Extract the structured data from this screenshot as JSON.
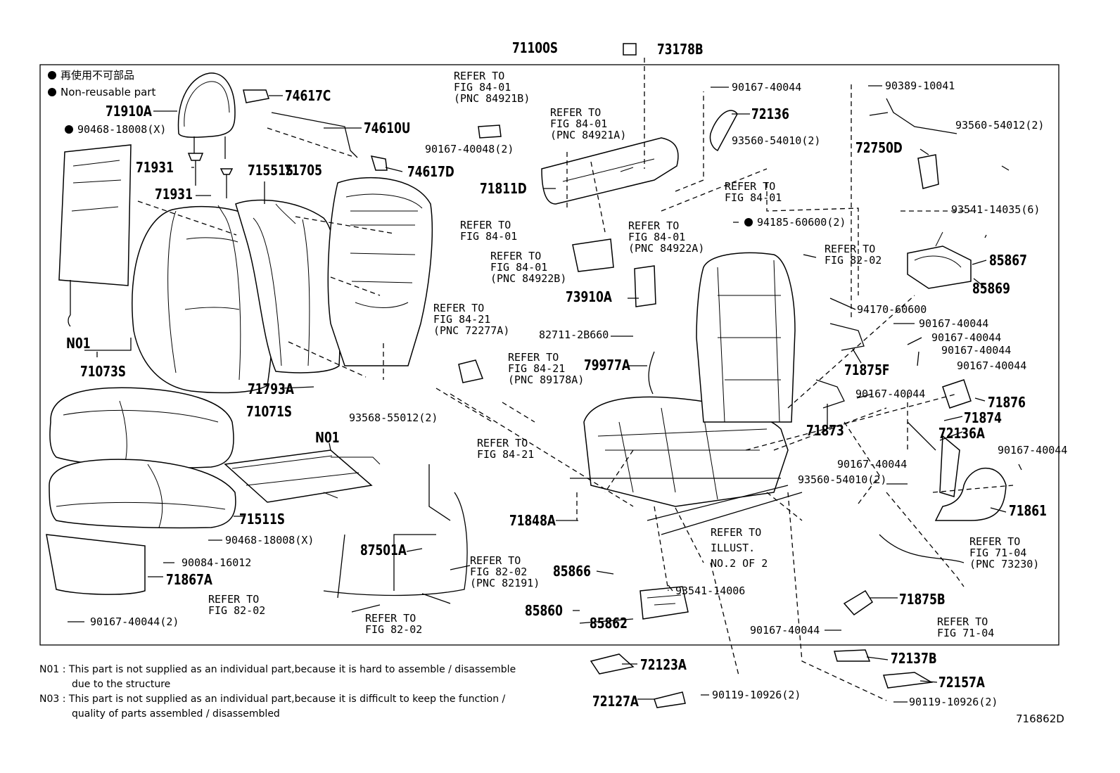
{
  "diagram_id": "716862D",
  "legend": {
    "jp": "再使用不可部品",
    "en": "Non-reusable part"
  },
  "notes": [
    {
      "code": "N01 :",
      "line1": "This part is not supplied as an individual part,because it is hard to assemble / disassemble",
      "line2": "due to the structure"
    },
    {
      "code": "N03 :",
      "line1": "This part is not supplied as an individual part,because it is difficult to keep the function /",
      "line2": "quality of parts assembled / disassembled"
    }
  ],
  "parts": {
    "p71100S": "71100S",
    "p73178B": "73178B",
    "p74617C": "74617C",
    "p71910A": "71910A",
    "p90468a": "90468-18008(X)",
    "p74610U": "74610U",
    "p74617D": "74617D",
    "p71931a": "71931",
    "p71931b": "71931",
    "p71551S": "71551S",
    "p71705": "71705",
    "pN01a": "N01",
    "p71073S": "71073S",
    "p71793A": "71793A",
    "p71071S": "71071S",
    "pN01b": "N01",
    "p93568": "93568-55012(2)",
    "p71511S": "71511S",
    "p90468b": "90468-18008(X)",
    "p90084": "90084-16012",
    "p71867A": "71867A",
    "p90167_2": "90167-40044(2)",
    "p87501A": "87501A",
    "p90167_48": "90167-40048(2)",
    "p71811D": "71811D",
    "p73910A": "73910A",
    "p82711": "82711-2B660",
    "p79977A": "79977A",
    "p71848A": "71848A",
    "p85866": "85866",
    "p85860": "85860",
    "p85862": "85862",
    "p93541b": "93541-14006",
    "p72123A": "72123A",
    "p72127A": "72127A",
    "p90119a": "90119-10926(2)",
    "p90167_t1": "90167-40044",
    "p72136": "72136",
    "p93560_54010": "93560-54010(2)",
    "p94185": "94185-60600(2)",
    "p90389": "90389-10041",
    "p93560_54012": "93560-54012(2)",
    "p72750D": "72750D",
    "p93541a": "93541-14035(6)",
    "p85867": "85867",
    "p85869": "85869",
    "p94170": "94170-60600",
    "p90167_r1": "90167-40044",
    "p90167_r2": "90167-40044",
    "p90167_r3": "90167-40044",
    "p90167_r4": "90167-40044",
    "p71875F": "71875F",
    "p90167_r5": "90167-40044",
    "p71876": "71876",
    "p71873": "71873",
    "p71874": "71874",
    "p72136A": "72136A",
    "p90167_r6": "90167-40044",
    "p90167_r7": "90167-40044",
    "p93560_b": "93560-54010(2)",
    "p71861": "71861",
    "p71875B": "71875B",
    "p90167_r8": "90167-40044",
    "p72137B": "72137B",
    "p72157A": "72157A",
    "p90119b": "90119-10926(2)"
  },
  "refs": {
    "r1": {
      "l1": "REFER TO",
      "l2": "FIG 84-01",
      "l3": "(PNC 84921B)"
    },
    "r2": {
      "l1": "REFER TO",
      "l2": "FIG 84-01",
      "l3": "(PNC 84921A)"
    },
    "r3": {
      "l1": "REFER TO",
      "l2": "FIG 84-01"
    },
    "r4": {
      "l1": "REFER TO",
      "l2": "FIG 84-01"
    },
    "r5": {
      "l1": "REFER TO",
      "l2": "FIG 84-01",
      "l3": "(PNC 84922A)"
    },
    "r6": {
      "l1": "REFER TO",
      "l2": "FIG 84-01",
      "l3": "(PNC 84922B)"
    },
    "r7": {
      "l1": "REFER TO",
      "l2": "FIG 82-02"
    },
    "r8": {
      "l1": "REFER TO",
      "l2": "FIG 84-21",
      "l3": "(PNC 72277A)"
    },
    "r9": {
      "l1": "REFER TO",
      "l2": "FIG 84-21",
      "l3": "(PNC 89178A)"
    },
    "r10": {
      "l1": "REFER TO",
      "l2": "FIG 84-21"
    },
    "r11": {
      "l1": "REFER TO",
      "l2": "FIG 82-02",
      "l3": "(PNC 82191)"
    },
    "r12": {
      "l1": "REFER TO",
      "l2": "FIG 82-02"
    },
    "r13": {
      "l1": "REFER TO",
      "l2": "FIG 82-02"
    },
    "r14": {
      "l1": "REFER TO",
      "l2": "ILLUST.",
      "l3": "NO.2  OF  2"
    },
    "r15": {
      "l1": "REFER TO",
      "l2": "FIG 71-04",
      "l3": "(PNC 73230)"
    },
    "r16": {
      "l1": "REFER TO",
      "l2": "FIG 71-04"
    }
  }
}
